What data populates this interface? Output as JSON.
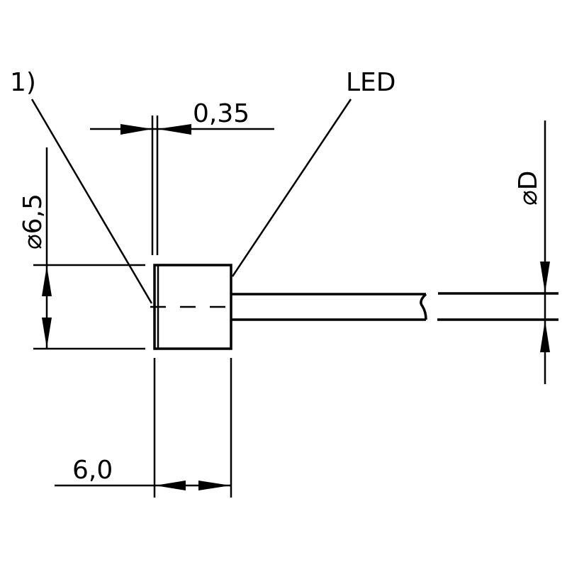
{
  "labels": {
    "callout_1": "1)",
    "led": "LED",
    "lens_thickness": "0,35",
    "body_length": "6,0",
    "body_diameter": "⌀6,5",
    "cable_diameter": "⌀D"
  }
}
